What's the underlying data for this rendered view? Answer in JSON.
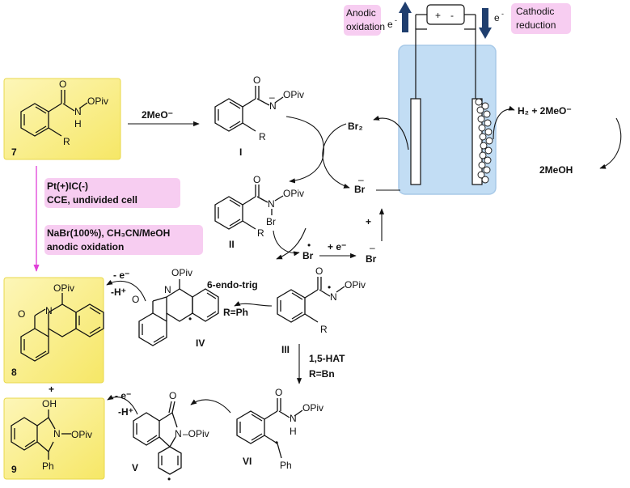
{
  "electrochem": {
    "anodic_line1": "Anodic",
    "anodic_line2": "oxidation",
    "cathodic_line1": "Cathodic",
    "cathodic_line2": "reduction",
    "e_anode": "e",
    "e_cathode": "e",
    "plus": "+",
    "minus": "-",
    "h2_reaction": "H₂ +  2MeO⁻",
    "meoh": "2MeOH"
  },
  "compounds": {
    "c7": "7",
    "c8": "8",
    "c9": "9",
    "cI": "I",
    "cII": "II",
    "cIII": "III",
    "cIV": "IV",
    "cV": "V",
    "cVI": "VI"
  },
  "atoms": {
    "O": "O",
    "N": "N",
    "H": "H",
    "R": "R",
    "OPiv": "OPiv",
    "OH": "OH",
    "Br": "Br",
    "Ph": "Ph",
    "OPiv_dash": "–OPiv",
    "minus_sign": "–",
    "radical_dot": "•"
  },
  "conditions": {
    "step1": "2MeO⁻",
    "pt_line1": "Pt(+)IC(-)",
    "pt_line2": "CCE, undivided cell",
    "nabr_line1": "NaBr(100%), CH₃CN/MeOH",
    "nabr_line2": "anodic oxidation",
    "endo": "6-endo-trig",
    "r_ph": "R=Ph",
    "hat": "1,5-HAT",
    "r_bn": "R=Bn",
    "minus_e_1": "- e⁻",
    "minus_h_1": "-H⁺",
    "minus_e_2": "- e⁻",
    "minus_h_2": "-H⁺",
    "plus_e": "+ e⁻",
    "plus_sign": "+",
    "plus_products": "+",
    "br2": "Br₂",
    "br_minus": "Br",
    "br_radical": "Br",
    "br_anion2": "Br"
  },
  "colors": {
    "highlight_yellow": "#fbf29a",
    "condition_pink": "#f7cdf1",
    "arrow_magenta": "#e040d8",
    "cell_blue": "#b9d8f2",
    "arrow_navy": "#1f3e6e"
  }
}
